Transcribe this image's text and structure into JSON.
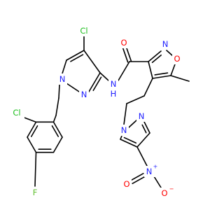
{
  "molecule": {
    "atom_labels": {
      "cl_top": "Cl",
      "n_pyr1_ring": "N",
      "n_pyr1_ring2": "N",
      "n_amide": "N",
      "h_amide": "H",
      "o_carbonyl": "O",
      "n_isox": "N",
      "o_isox": "O",
      "cl_left": "Cl",
      "f": "F",
      "n_pyr2_a": "N",
      "n_pyr2_b": "N",
      "n_nitro": "N",
      "nitro_plus": "+",
      "o_nitro_down": "O",
      "nitro_minus": "−",
      "o_nitro_left": "O"
    },
    "colors": {
      "carbon": "#000000",
      "nitrogen": "#2020ff",
      "oxygen": "#ff0000",
      "chlorine": "#1fbf1f",
      "fluorine": "#5fbf2f",
      "bond": "#000000"
    }
  }
}
